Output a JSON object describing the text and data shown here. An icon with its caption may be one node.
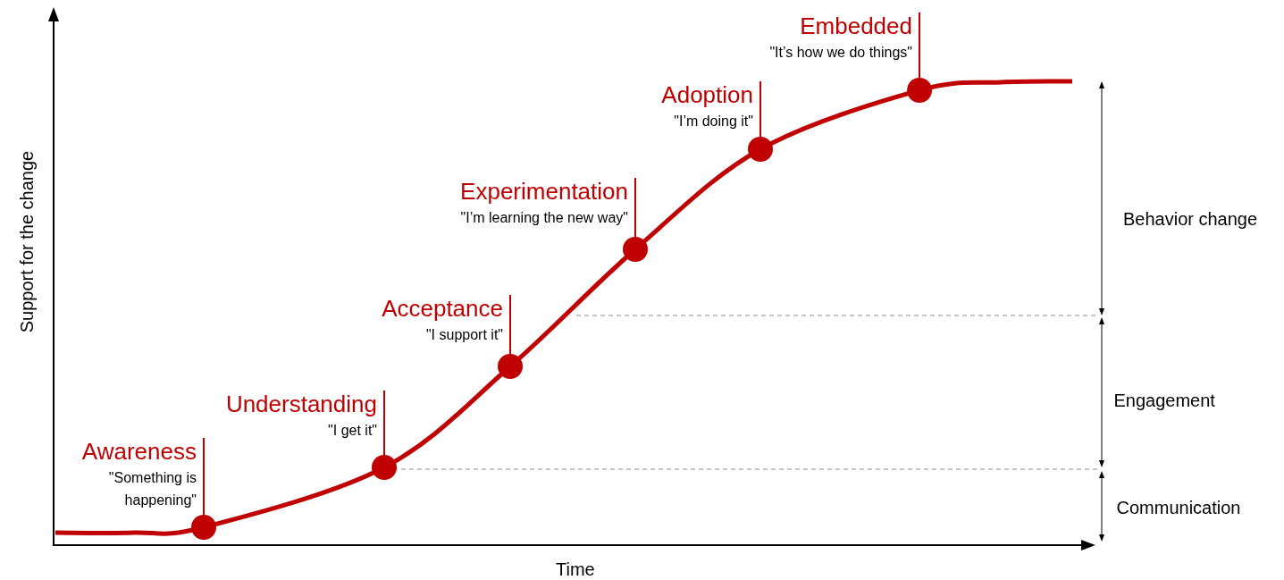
{
  "diagram": {
    "nodes": [
      {
        "text": [
          "Awareness",
          "\"Something is happening\""
        ]
      },
      {
        "text": [
          "Understanding",
          "\"I get it\""
        ]
      },
      {
        "text": [
          "Acceptance",
          "\"I support it\""
        ]
      },
      {
        "text": [
          "Experimentation",
          "\"I’m learning the new way\""
        ]
      },
      {
        "text": [
          "Adoption",
          "\"I’m doing it\""
        ]
      },
      {
        "text": [
          "Embedded",
          "\"It’s how we do things\""
        ]
      },
      {
        "text": [],
        "shape": "circle"
      },
      {
        "text": [],
        "shape": "circle"
      },
      {
        "text": [],
        "shape": "circle"
      },
      {
        "text": [],
        "shape": "circle"
      },
      {
        "text": [],
        "shape": "circle"
      },
      {
        "text": [],
        "shape": "circle"
      }
    ],
    "edges": [
      {
        "from": 0,
        "to": 6,
        "arrow": "none"
      },
      {
        "from": 1,
        "to": 7,
        "arrow": "none"
      },
      {
        "from": 2,
        "to": 8,
        "arrow": "none"
      },
      {
        "from": 3,
        "to": 9,
        "arrow": "none"
      },
      {
        "from": 4,
        "to": 10,
        "arrow": "none"
      },
      {
        "from": 5,
        "to": 11,
        "arrow": "none"
      }
    ],
    "labels": [
      "Behavior change",
      "Support for the change",
      "Engagement",
      "Communication",
      "Time"
    ]
  }
}
